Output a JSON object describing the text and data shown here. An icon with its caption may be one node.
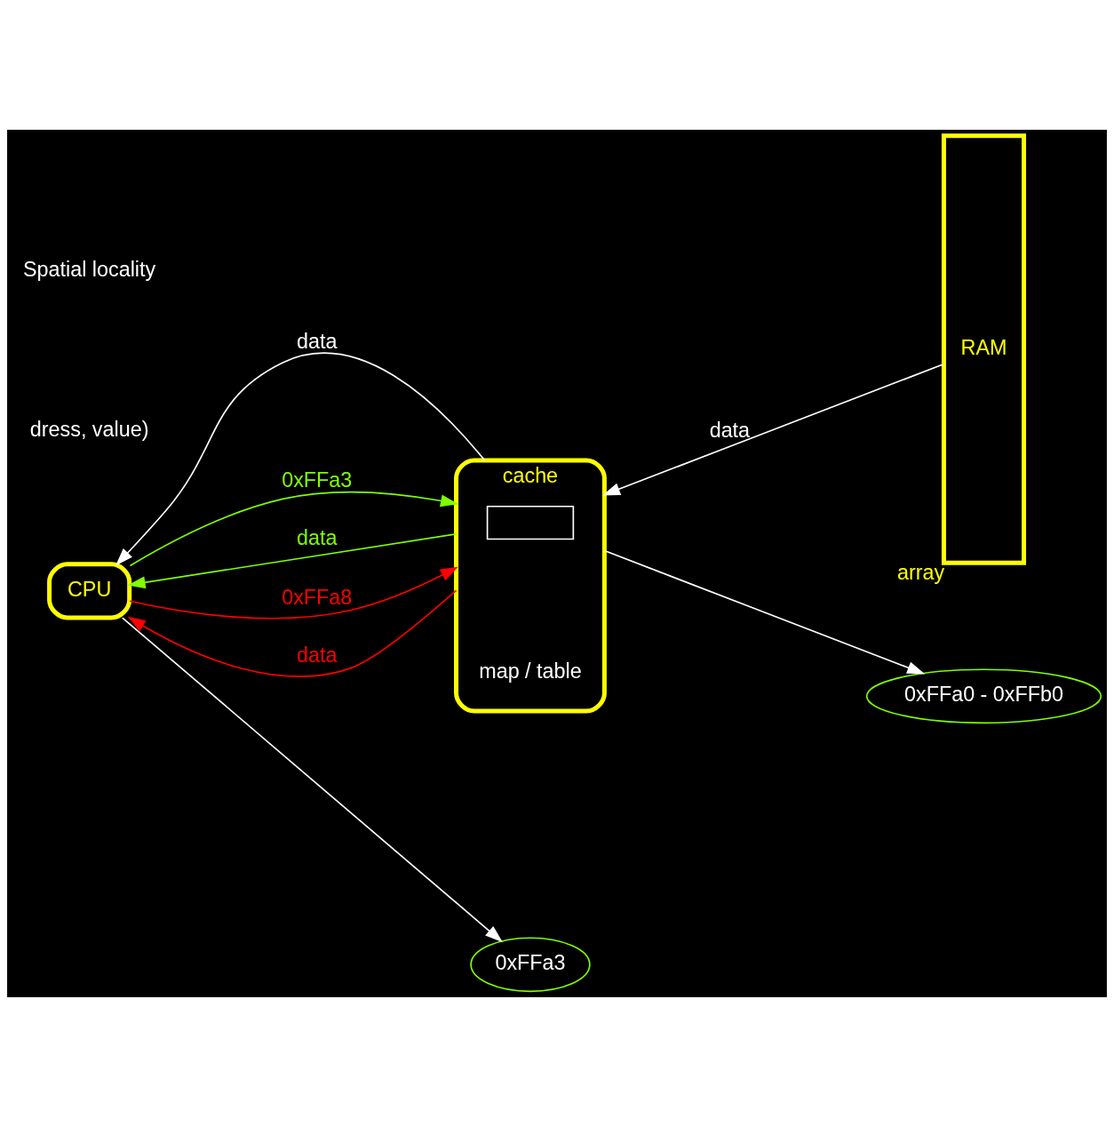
{
  "diagram": {
    "nodes": [
      {
        "text": [
          "CPU"
        ]
      },
      {
        "text": [
          "cache"
        ],
        "beside": [
          "map / table"
        ]
      },
      {
        "text": [],
        "shape": "box",
        "in": 1
      },
      {
        "text": [
          "RAM"
        ],
        "beside": [
          "array"
        ]
      },
      {
        "text": [
          "0xFFa3"
        ]
      },
      {
        "text": [
          "0xFFa0 - 0xFFb0"
        ]
      }
    ],
    "edges": [
      {
        "from": 0,
        "to": 4,
        "arrow": "to"
      },
      {
        "from": 1,
        "to": 0,
        "arrow": "to",
        "label": "data"
      },
      {
        "from": 1,
        "to": 5,
        "arrow": "to"
      },
      {
        "from": 3,
        "to": 1,
        "arrow": "to",
        "label": "data"
      },
      {
        "from": 0,
        "to": 1,
        "arrow": "to",
        "label": "0xFFa3",
        "color": "#80ff00"
      },
      {
        "from": 1,
        "to": 0,
        "arrow": "to",
        "label": "data",
        "color": "#80ff00"
      },
      {
        "from": 0,
        "to": 1,
        "arrow": "to",
        "label": "0xFFa8",
        "color": "#ff0000"
      },
      {
        "from": 1,
        "to": 0,
        "arrow": "to",
        "label": "data",
        "color": "#ff0000"
      }
    ],
    "labels": [
      "dress, value)",
      "Spatial locality"
    ]
  }
}
